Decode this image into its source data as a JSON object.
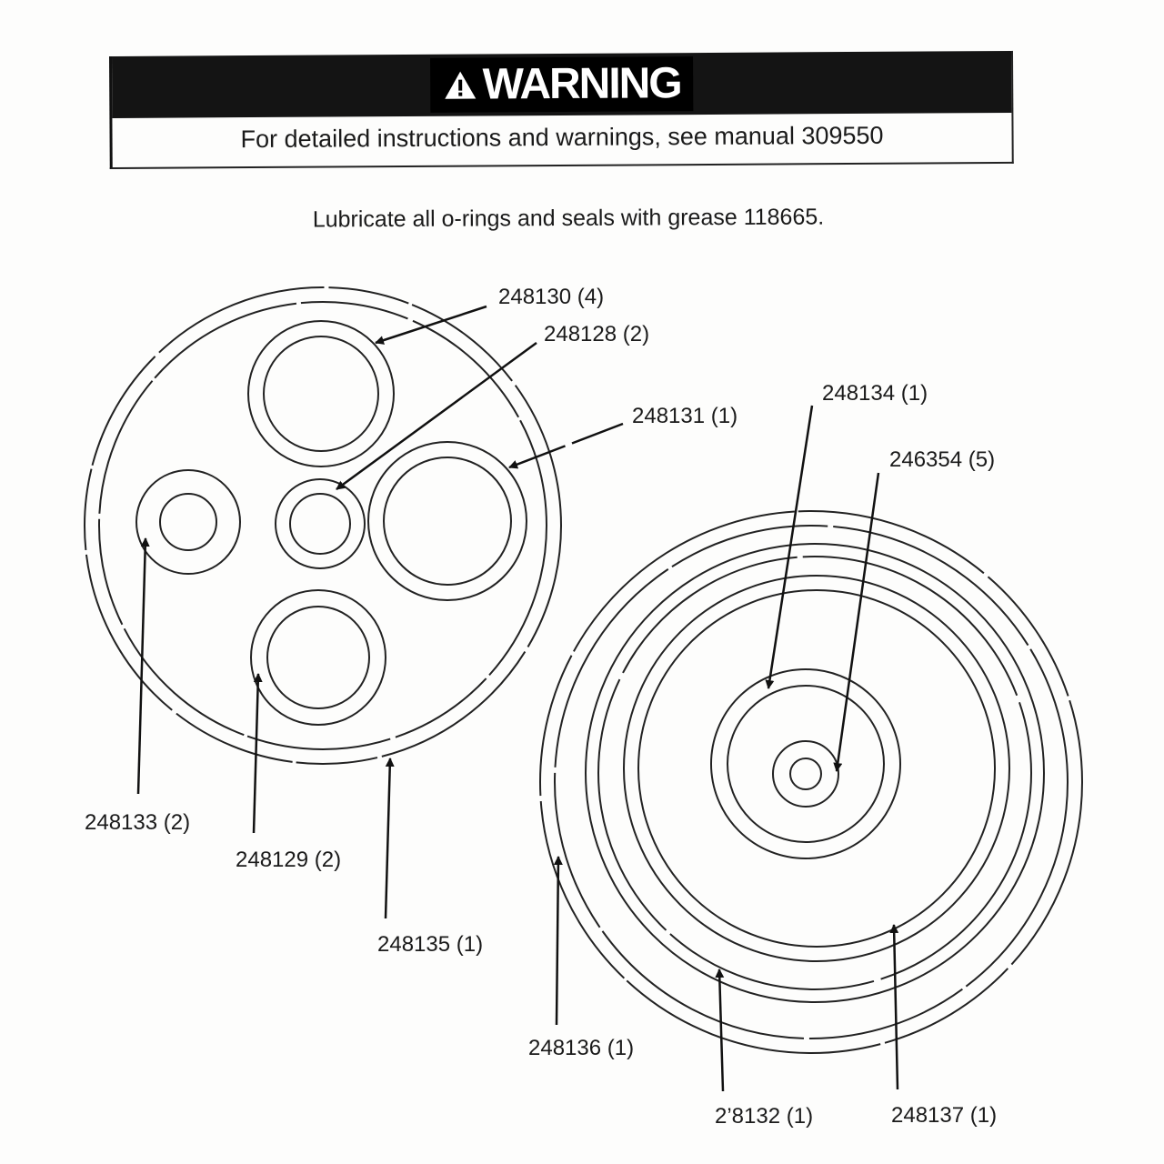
{
  "warning": {
    "title": "WARNING",
    "subtitle": "For detailed instructions and warnings, see manual 309550"
  },
  "note": "Lubricate all o-rings and seals with grease 118665.",
  "labels": {
    "p248130": "248130 (4)",
    "p248128": "248128 (2)",
    "p248131": "248131 (1)",
    "p248134": "248134 (1)",
    "p246354": "246354 (5)",
    "p248133": "248133 (2)",
    "p248129": "248129 (2)",
    "p248135": "248135 (1)",
    "p248136": "248136 (1)",
    "p248132": "2’8132 (1)",
    "p248137": "248137 (1)"
  }
}
